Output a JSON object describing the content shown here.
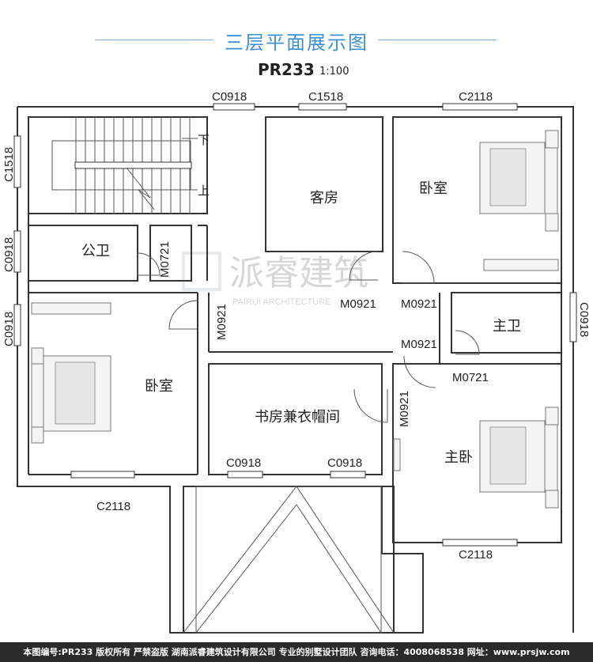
{
  "header": {
    "title": "三层平面展示图",
    "plan_code": "PR233",
    "scale": "1:100"
  },
  "rooms": {
    "guest_room": "客房",
    "bedroom_ne": "卧室",
    "public_bath": "公卫",
    "bedroom_w": "卧室",
    "master_bath": "主卫",
    "study_closet": "书房兼衣帽间",
    "master_bedroom": "主卧"
  },
  "stairs": {
    "down": "下",
    "up": "上"
  },
  "windows": {
    "top_left": "C0918",
    "top_mid": "C1518",
    "top_right": "C2118",
    "left_top": "C1518",
    "left_mid": "C0918",
    "left_low": "C0918",
    "right_mid": "C0918",
    "study_left": "C0918",
    "study_right": "C0918",
    "bottom_left": "C2118",
    "bottom_right": "C2118"
  },
  "doors": {
    "bath_door": "M0721",
    "bedroom_w_door": "M0921",
    "guest_door": "M0921",
    "bedroom_ne_door": "M0921",
    "corridor_door": "M0921",
    "master_bath_door": "M0721",
    "master_door": "M0921"
  },
  "watermark": {
    "main": "派睿建筑",
    "sub": "PAIRUI ARCHITECTURE"
  },
  "footer": {
    "text": "本图编号:PR233 版权所有 严禁盗版 湖南派睿建筑设计有限公司 专业的别墅设计团队 咨询电话：4008068538 网址：www.prsjw.com"
  }
}
